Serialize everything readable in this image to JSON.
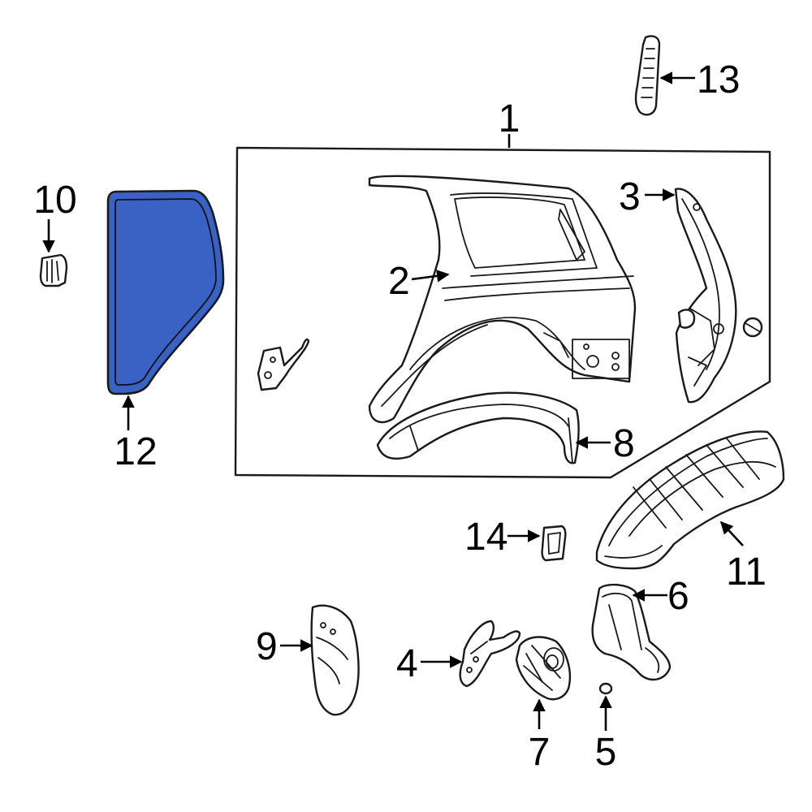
{
  "colors": {
    "highlight_fill": "#3a62c4",
    "highlight_stroke": "#1a1a1a",
    "line": "#1a1a1a",
    "background": "#ffffff"
  },
  "callouts": {
    "c1": "1",
    "c2": "2",
    "c3": "3",
    "c4": "4",
    "c5": "5",
    "c6": "6",
    "c7": "7",
    "c8": "8",
    "c9": "9",
    "c10": "10",
    "c11": "11",
    "c12": "12",
    "c13": "13",
    "c14": "14"
  },
  "highlighted_part": "12"
}
